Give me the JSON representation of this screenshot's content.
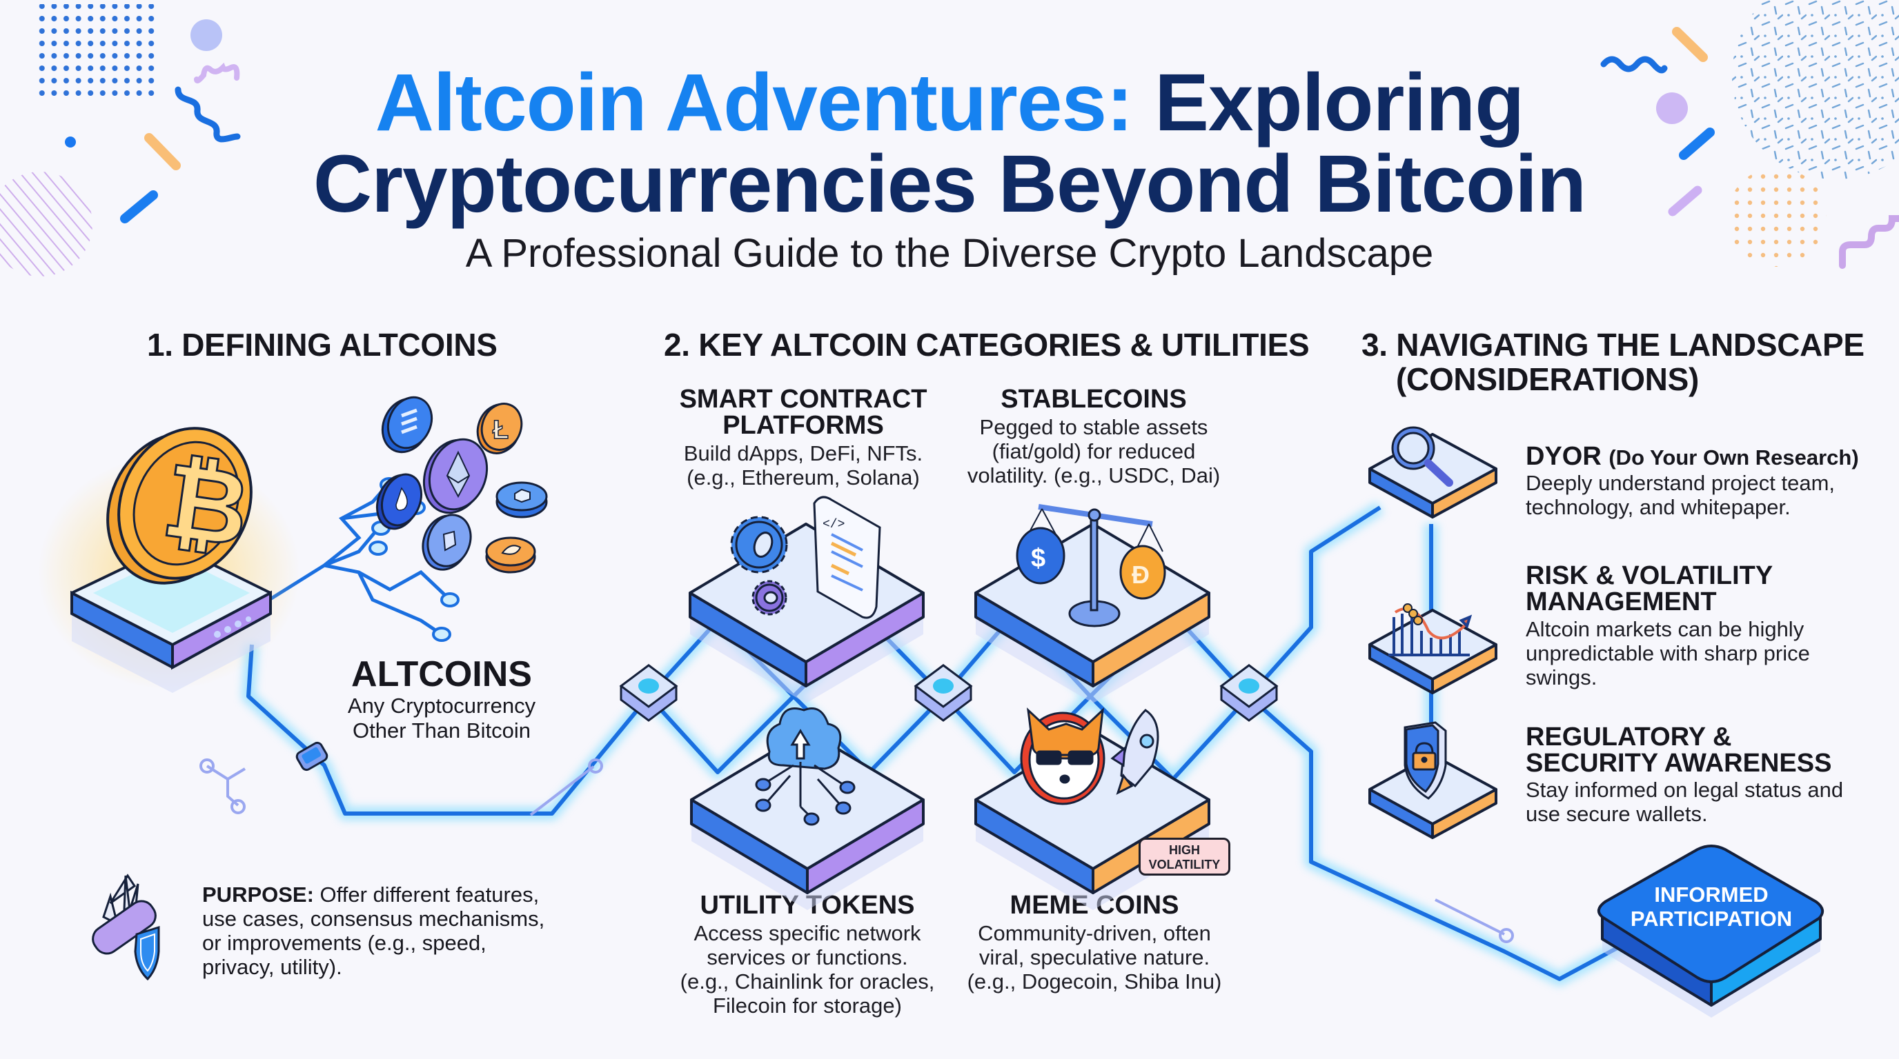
{
  "header": {
    "title_part1": "Altcoin Adventures:",
    "title_part2": "Exploring",
    "title_line2": "Cryptocurrencies Beyond Bitcoin",
    "subtitle": "A Professional Guide to the Diverse Crypto Landscape"
  },
  "colors": {
    "title_blue": "#1682f0",
    "title_navy": "#0f2a63",
    "network_blue": "#1a6fe0",
    "network_glow": "#6fd8ff",
    "bitcoin_orange": "#f7a531",
    "platform_purple": "#b28cf0",
    "platform_orange": "#f9b05a",
    "badge_pink": "#fbd9dc",
    "background": "#f7f7fc"
  },
  "section1": {
    "heading": "1. DEFINING ALTCOINS",
    "icons": [
      "bitcoin-coin-icon",
      "solana-coin-icon",
      "litecoin-coin-icon",
      "ethereum-coin-icon",
      "droplet-coin-icon",
      "hexagon-coin-icon",
      "crystal-coin-icon",
      "orange-token-icon"
    ],
    "altcoins_title": "ALTCOINS",
    "altcoins_desc_line1": "Any Cryptocurrency",
    "altcoins_desc_line2": "Other Than Bitcoin",
    "purpose_label": "PURPOSE:",
    "purpose_text": "Offer different features, use cases, consensus mechanisms, or improvements (e.g., speed, privacy, utility)."
  },
  "section2": {
    "heading": "2. KEY ALTCOIN CATEGORIES & UTILITIES",
    "categories": [
      {
        "title_line1": "SMART CONTRACT",
        "title_line2": "PLATFORMS",
        "desc_line1": "Build dApps, DeFi, NFTs.",
        "desc_line2": "(e.g., Ethereum, Solana)",
        "icon": "gear-contract-icon"
      },
      {
        "title_line1": "STABLECOINS",
        "desc_line1": "Pegged to stable assets",
        "desc_line2": "(fiat/gold) for reduced",
        "desc_line3": "volatility. (e.g., USDC, Dai)",
        "icon": "balance-scale-icon"
      },
      {
        "title_line1": "UTILITY TOKENS",
        "desc_line1": "Access specific network",
        "desc_line2": "services or functions.",
        "desc_line3": "(e.g., Chainlink for oracles,",
        "desc_line4": "Filecoin for storage)",
        "icon": "cloud-network-icon"
      },
      {
        "title_line1": "MEME COINS",
        "desc_line1": "Community-driven, often",
        "desc_line2": "viral, speculative nature.",
        "desc_line3": "(e.g., Dogecoin, Shiba Inu)",
        "icon": "shiba-rocket-icon"
      }
    ],
    "badge_line1": "HIGH",
    "badge_line2": "VOLATILITY"
  },
  "section3": {
    "heading_line1": "3. NAVIGATING THE LANDSCAPE",
    "heading_line2": "(CONSIDERATIONS)",
    "items": [
      {
        "title": "DYOR",
        "title_small": "(Do Your Own Research)",
        "desc_line1": "Deeply understand project team,",
        "desc_line2": "technology, and whitepaper.",
        "icon": "magnifier-icon"
      },
      {
        "title_line1": "RISK & VOLATILITY",
        "title_line2": "MANAGEMENT",
        "desc_line1": "Altcoin markets can be highly",
        "desc_line2": "unpredictable with sharp price",
        "desc_line3": "swings.",
        "icon": "rollercoaster-chart-icon"
      },
      {
        "title_line1": "REGULATORY &",
        "title_line2": "SECURITY AWARENESS",
        "desc_line1": "Stay informed on legal status and",
        "desc_line2": "use secure wallets.",
        "icon": "shield-lock-icon"
      }
    ],
    "final_line1": "INFORMED",
    "final_line2": "PARTICIPATION"
  }
}
